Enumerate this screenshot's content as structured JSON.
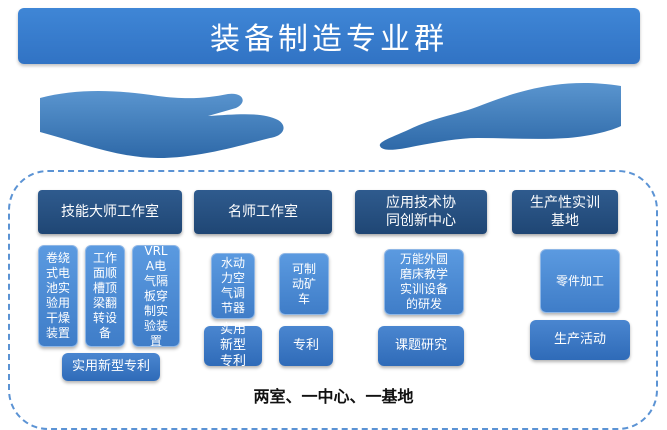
{
  "title": "装备制造专业群",
  "categories": [
    "技能大师工作室",
    "名师工作室",
    "应用技术协同创新中心",
    "生产性实训基地"
  ],
  "projects": {
    "skill_master": [
      "卷绕式电池实验用干燥装置",
      "工作面顺槽顶梁翻转设备",
      "VRLA电气隔板穿制实验装置"
    ],
    "famous_teacher": [
      "水动力空气调节器",
      "可制动矿车"
    ],
    "innovation_center": [
      "万能外圆磨床教学实训设备的研发"
    ],
    "production_base": [
      "零件加工"
    ]
  },
  "outcomes": {
    "skill_master": "实用新型专利",
    "famous_teacher": [
      "实用新型专利",
      "专利"
    ],
    "innovation_center": "课题研究",
    "production_base": "生产活动"
  },
  "footer": "两室、一中心、一基地",
  "colors": {
    "title_bar": "#3a7ed0",
    "dark_box": "#264f80",
    "light_box": "#4c8cd8",
    "hands": "#3b78b8",
    "frame": "#5b93d4"
  },
  "icons": [
    "left-hand-icon",
    "right-hand-icon"
  ]
}
